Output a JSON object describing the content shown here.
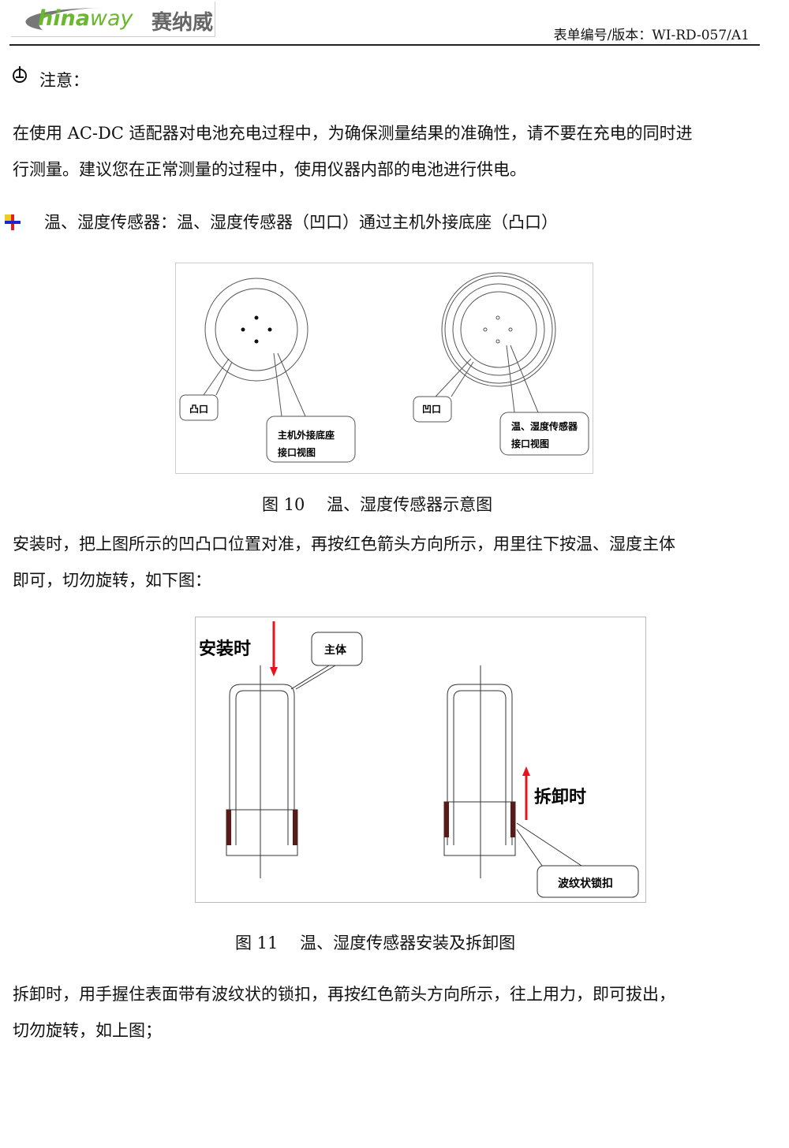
{
  "header": {
    "logo_en_a": "hina",
    "logo_en_b": "way",
    "logo_en_c": "C",
    "logo_cn": "赛纳威",
    "form_no": "表单编号/版本：WI-RD-057/A1"
  },
  "note": {
    "label": "注意："
  },
  "para1": [
    "在使用 AC-DC 适配器对电池充电过程中，为确保测量结果的准确性，请不要在充电的同时进",
    "行测量。建议您在正常测量的过程中，使用仪器内部的电池进行供电。"
  ],
  "bullet": "温、湿度传感器：温、湿度传感器（凹口）通过主机外接底座（凸口）",
  "fig10": {
    "label_convex": "凸口",
    "label_base_1": "主机外接底座",
    "label_base_2": "接口视图",
    "label_concave": "凹口",
    "label_sensor_1": "温、湿度传感器",
    "label_sensor_2": "接口视图",
    "caption": "图 10　 温、湿度传感器示意图"
  },
  "para2": [
    "安装时，把上图所示的凹凸口位置对准，再按红色箭头方向所示，用里往下按温、湿度主体",
    "即可，切勿旋转，如下图："
  ],
  "fig11": {
    "install": "安装时",
    "body": "主体",
    "remove": "拆卸时",
    "lock": "波纹状锁扣",
    "caption": "图 11　 温、湿度传感器安装及拆卸图"
  },
  "para3": [
    "拆卸时，用手握住表面带有波纹状的锁扣，再按红色箭头方向所示，往上用力，即可拔出，",
    "切勿旋转，如上图；"
  ],
  "colors": {
    "arrow": "#e8141c",
    "logo_green": "#6ab82e"
  }
}
